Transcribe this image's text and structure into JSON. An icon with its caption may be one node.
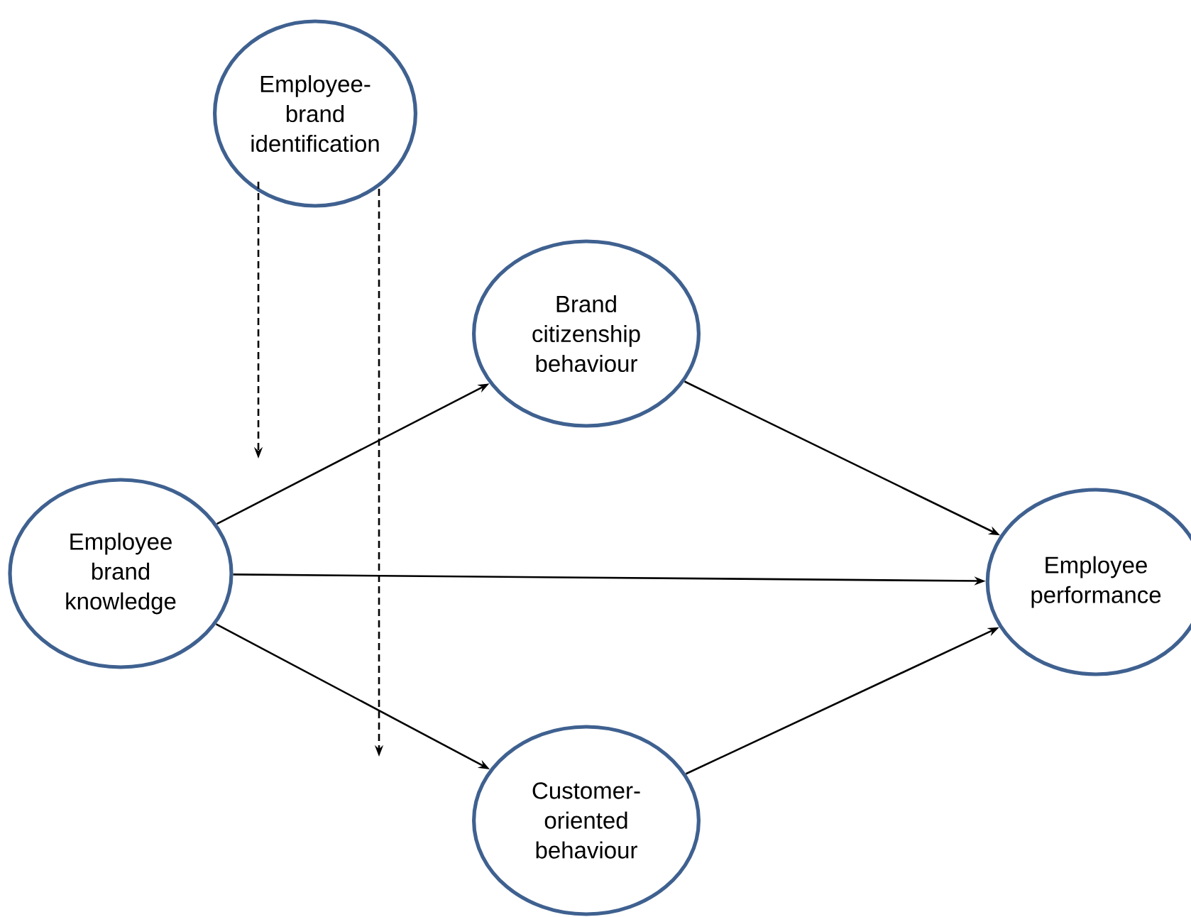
{
  "diagram": {
    "nodes": [
      {
        "text": [
          "Employee- brand identification"
        ]
      },
      {
        "text": [
          "Brand citizenship behaviour"
        ]
      },
      {
        "text": [
          "Employee brand knowledge"
        ]
      },
      {
        "text": [
          "Employee performance"
        ]
      },
      {
        "text": [
          "Customer- oriented behaviour"
        ]
      }
    ],
    "edges": [
      {
        "from": 2,
        "to": 1,
        "arrow": "to"
      },
      {
        "from": 2,
        "to": 3,
        "arrow": "to"
      },
      {
        "from": 2,
        "to": 4,
        "arrow": "to"
      },
      {
        "from": 1,
        "to": 3,
        "arrow": "to"
      },
      {
        "from": 4,
        "to": 3,
        "arrow": "to"
      },
      {
        "from": 0,
        "to": null,
        "arrow": "to",
        "style": "dashed"
      },
      {
        "from": 0,
        "to": null,
        "arrow": "to",
        "style": "dashed"
      }
    ]
  }
}
